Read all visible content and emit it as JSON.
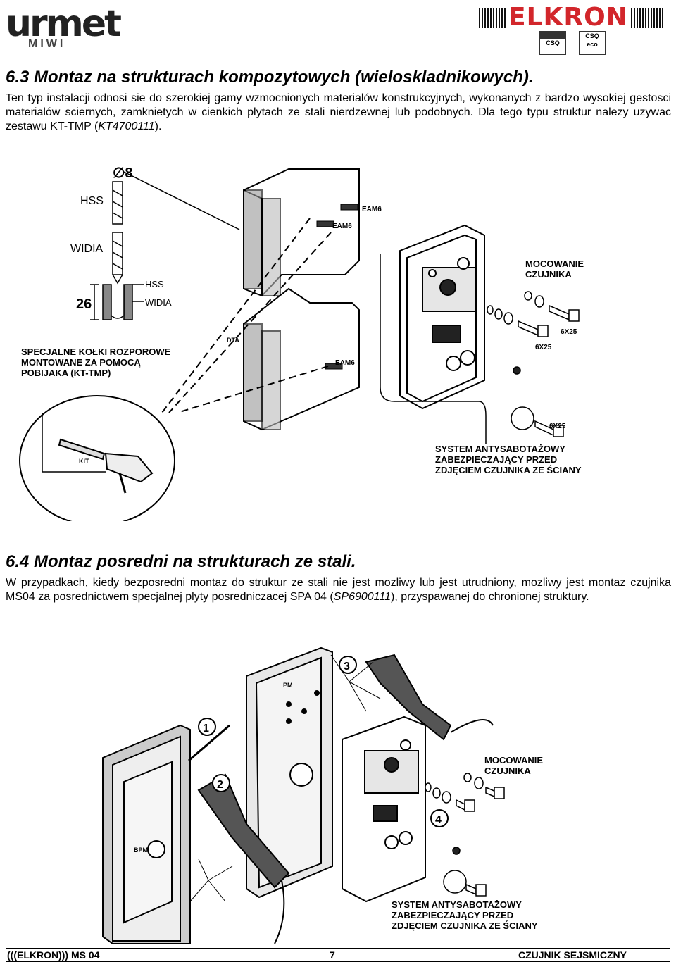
{
  "header": {
    "brand_left": "urmet",
    "brand_left_sub": "MIWI",
    "brand_right": "ELKRON",
    "cert1": "CSQ",
    "cert2": "CSQ",
    "cert2_sub": "eco"
  },
  "section1": {
    "heading": "6.3  Montaz na strukturach kompozytowych (wieloskladnikowych).",
    "para": "Ten typ instalacji odnosi sie do szerokiej gamy wzmocnionych materialów konstrukcyjnych, wykonanych z bardzo wysokiej gestosci materialów sciernych, zamknietych w cienkich plytach ze stali nierdzewnej lub podobnych. Dla tego typu struktur nalezy uzywac zestawu KT-TMP (",
    "para_code": "KT4700111",
    "para_end": ")."
  },
  "figure1": {
    "drill_diameter": "∅8",
    "drill_hss": "HSS",
    "drill_widia": "WIDIA",
    "depth": "26",
    "hole_hss": "HSS",
    "hole_widia": "WIDIA",
    "anchor1": "EAM6",
    "anchor2": "EAM6",
    "anchor3": "EAM6",
    "panel_tag": "DTA",
    "note_kolki": [
      "SPECJALNE KOŁKI ROZPOROWE",
      "MONTOWANE ZA POMOCĄ",
      "POBIJAKA (KT-TMP)"
    ],
    "kit": "KIT",
    "mount_label": [
      "MOCOWANIE",
      "CZUJNIKA"
    ],
    "screw1": "6X25",
    "screw2": "6X25",
    "screw3": "6X25",
    "tamper": [
      "SYSTEM ANTYSABOTAŻOWY",
      "ZABEZPIECZAJĄCY PRZED",
      "ZDJĘCIEM CZUJNIKA ZE ŚCIANY"
    ]
  },
  "section2": {
    "heading": "6.4  Montaz posredni na strukturach ze stali.",
    "para": "W przypadkach, kiedy bezposredni montaz do struktur ze stali nie jest mozliwy lub jest utrudniony, mozliwy jest montaz czujnika MS04 za posrednictwem specjalnej plyty posredniczacej SPA 04 (",
    "para_code": "SP6900111",
    "para_end": "), przyspawanej do chronionej struktury."
  },
  "figure2": {
    "plate_pm": "PM",
    "plate_bpm": "BPM",
    "step1": "1",
    "step2": "2",
    "step3": "3",
    "step4": "4",
    "mount_label": [
      "MOCOWANIE",
      "CZUJNIKA"
    ],
    "tamper": [
      "SYSTEM ANTYSABOTAŻOWY",
      "ZABEZPIECZAJĄCY PRZED",
      "ZDJĘCIEM CZUJNIKA ZE ŚCIANY"
    ]
  },
  "footer": {
    "left": "(((ELKRON))) MS 04",
    "page": "7",
    "right": "CZUJNIK SEJSMICZNY"
  }
}
